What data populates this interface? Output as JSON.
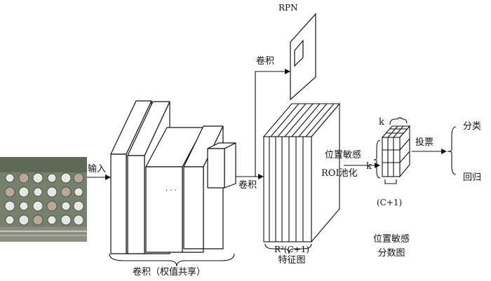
{
  "labels": {
    "input": "输入",
    "conv_bottom": "卷积（权值共享）",
    "conv_top": "卷积",
    "conv_mid": "卷积",
    "rpn": "RPN",
    "feature_line1": "R²(C+1)",
    "feature_line2": "特征图",
    "ps_roi_line1": "位置敏感",
    "ps_roi_line2": "ROI池化",
    "k": "k",
    "c1": "(C+1)",
    "score_map_line1": "位置敏感",
    "score_map_line2": "分数图",
    "vote": "投票",
    "classify": "分类",
    "regress": "回归",
    "ellipsis": ". . ."
  }
}
